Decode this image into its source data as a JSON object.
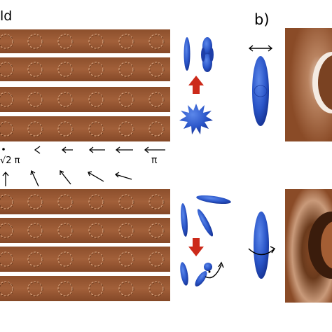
{
  "panel_labels": {
    "a_tail": "ld",
    "b": "b)"
  },
  "phase_labels": {
    "half_pi": "√2 π",
    "pi": "π"
  },
  "colors": {
    "strip_bg": "#9a5a33",
    "strip_light": "#c9916a",
    "strip_dark": "#5a2f14",
    "particle_blue": "#2a55c8",
    "arrow_red": "#cc2a1a"
  },
  "icons": [
    "double-headed-arrow-icon",
    "rotation-arrow-icon",
    "red-down-arrow-icon",
    "red-up-arrow-icon"
  ]
}
